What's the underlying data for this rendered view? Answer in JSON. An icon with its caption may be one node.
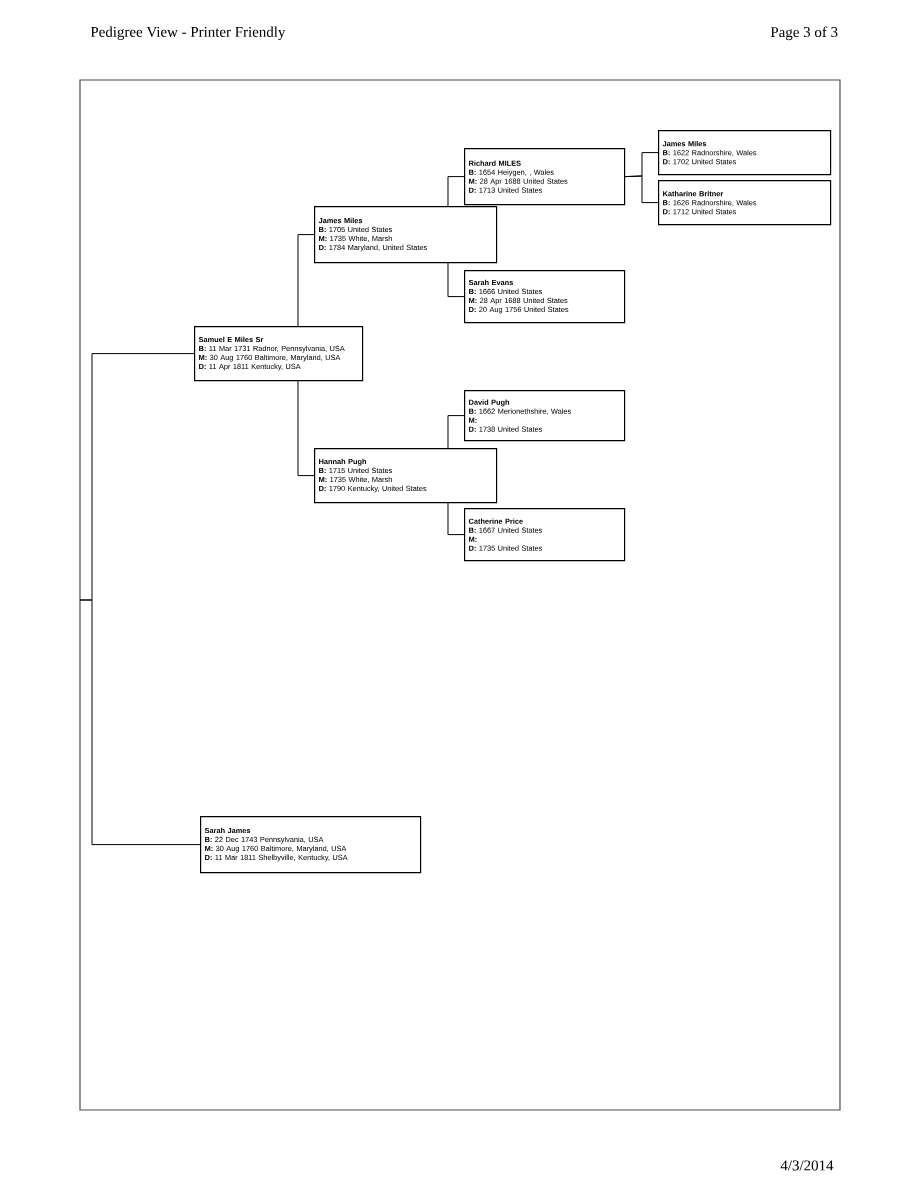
{
  "diagram": {
    "title": "Pedigree View - Printer Friendly",
    "nodes": [
      {
        "text": [
          "Samuel E Miles Sr",
          "**B:** 11 Mar 1731 Radnor, Pennsylvania, USA",
          "**M:** 30 Aug 1760 Baltimore, Maryland, USA",
          "**D:** 11 Apr 1811 Kentucky, USA"
        ]
      },
      {
        "text": [
          "James Miles",
          "**B:** 1705 United States",
          "**M:** 1735 White, Marsh",
          "**D:** 1784 Maryland, United States"
        ]
      },
      {
        "text": [
          "Richard MILES",
          "**B:** 1654 Heiygen, , Wales",
          "**M:** 28 Apr 1688 United States",
          "**D:** 1713 United States"
        ]
      },
      {
        "text": [
          "James Miles",
          "**B:** 1622 Radnorshire, Wales",
          "**D:** 1702 United States"
        ]
      },
      {
        "text": [
          "Katharine Britner",
          "**B:** 1626 Radnorshire, Wales",
          "**D:** 1712 United States"
        ]
      },
      {
        "text": [
          "Sarah Evans",
          "**B:** 1666 United States",
          "**M:** 28 Apr 1688 United States",
          "**D:** 20 Aug 1756 United States"
        ]
      },
      {
        "text": [
          "Hannah Pugh",
          "**B:** 1715 United States",
          "**M:** 1735 White, Marsh",
          "**D:** 1790 Kentucky, United States"
        ]
      },
      {
        "text": [
          "David Pugh",
          "**B:** 1662 Merionethshire, Wales",
          "**M:**",
          "**D:** 1738 United States"
        ]
      },
      {
        "text": [
          "Catherine Price",
          "**B:** 1667 United States",
          "**M:**",
          "**D:** 1735 United States"
        ]
      },
      {
        "text": [
          "Sarah James",
          "**B:** 22 Dec 1743 Pennsylvania, USA",
          "**M:** 30 Aug 1760 Baltimore, Maryland, USA",
          "**D:** 11 Mar 1811 Shelbyville, Kentucky, USA"
        ]
      }
    ],
    "edges": [
      {
        "from": 0,
        "to": 1,
        "arrow": "none"
      },
      {
        "from": 0,
        "to": 6,
        "arrow": "none"
      },
      {
        "from": 1,
        "to": 2,
        "arrow": "none"
      },
      {
        "from": 1,
        "to": 5,
        "arrow": "none"
      },
      {
        "from": 2,
        "to": 3,
        "arrow": "none"
      },
      {
        "from": 2,
        "to": 4,
        "arrow": "none"
      },
      {
        "from": 6,
        "to": 7,
        "arrow": "none"
      },
      {
        "from": 6,
        "to": 8,
        "arrow": "none"
      },
      {
        "from": null,
        "to": 0,
        "arrow": "none"
      },
      {
        "from": null,
        "to": 9,
        "arrow": "none"
      }
    ],
    "labels": [
      "Page 3 of 3",
      "4/3/2014"
    ]
  }
}
